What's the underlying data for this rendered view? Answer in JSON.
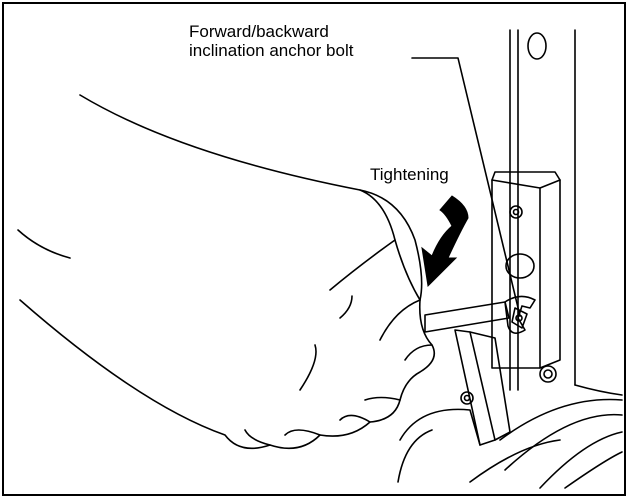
{
  "labels": {
    "bolt_line1": "Forward/backward",
    "bolt_line2": "inclination anchor bolt",
    "tightening": "Tightening"
  },
  "colors": {
    "line": "#000000",
    "fill": "#ffffff"
  }
}
